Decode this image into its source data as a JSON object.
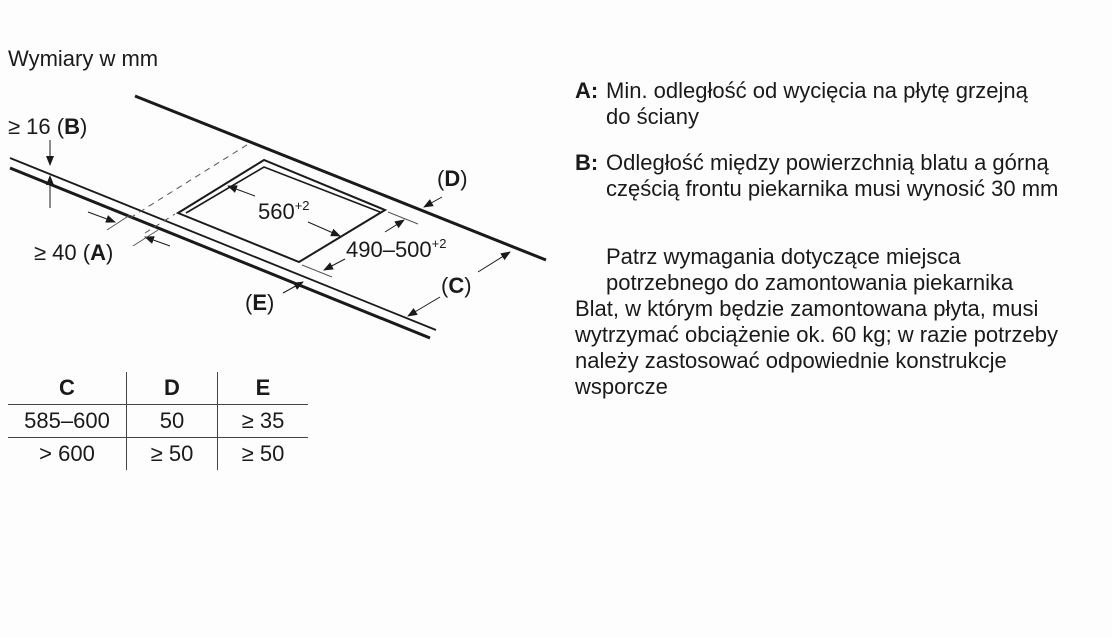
{
  "title": "Wymiary w mm",
  "diagram": {
    "labels": {
      "b": {
        "prefix": "≥ 16 (",
        "key": "B",
        "suffix": ")"
      },
      "a": {
        "prefix": "≥ 40 (",
        "key": "A",
        "suffix": ")"
      },
      "d": {
        "prefix": "(",
        "key": "D",
        "suffix": ")"
      },
      "c": {
        "prefix": "(",
        "key": "C",
        "suffix": ")"
      },
      "e": {
        "prefix": "(",
        "key": "E",
        "suffix": ")"
      },
      "width": {
        "value": "560",
        "tolerance": "+2"
      },
      "depth": {
        "value": "490–500",
        "tolerance": "+2"
      }
    }
  },
  "table": {
    "headers": [
      "C",
      "D",
      "E"
    ],
    "rows": [
      [
        "585–600",
        "50",
        "≥ 35"
      ],
      [
        "> 600",
        "≥ 50",
        "≥ 50"
      ]
    ]
  },
  "notes": [
    {
      "key": "A:",
      "text": "Min. odległość od wycięcia na płytę grzejną do ściany"
    },
    {
      "key": "B:",
      "text": "Odległość między powierzchnią blatu a górną częścią frontu piekarnika musi wynosić 30 mm"
    }
  ],
  "paragraph1": "Patrz wymagania dotyczące miejsca potrzebnego do zamontowania piekarnika",
  "paragraph2": "Blat, w którym będzie zamontowana płyta, musi wytrzymać obciążenie ok. 60 kg; w razie potrzeby należy zastosować odpowiednie konstrukcje wsporcze"
}
